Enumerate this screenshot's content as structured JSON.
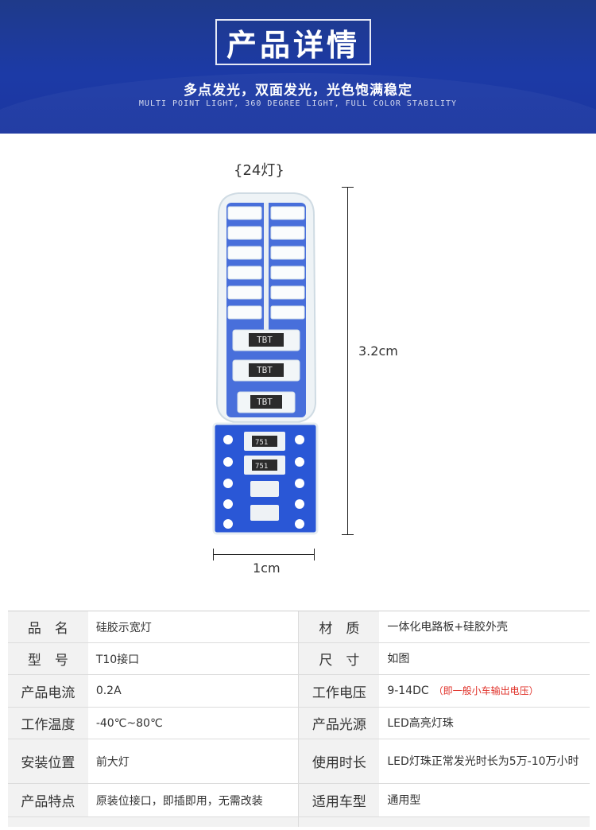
{
  "banner": {
    "title": "产品详情",
    "subtitle_cn": "多点发光，双面发光，光色饱满稳定",
    "subtitle_en": "MULTI POINT LIGHT, 360 DEGREE LIGHT, FULL COLOR STABILITY"
  },
  "product": {
    "variant_label": "{24灯}",
    "height_label": "3.2cm",
    "width_label": "1cm",
    "chip_labels": [
      "TBT",
      "TBT",
      "TBT",
      "751",
      "751"
    ]
  },
  "specs": [
    {
      "k1": "品　名",
      "v1": "硅胶示宽灯",
      "k2": "材　质",
      "v2": "一体化电路板+硅胶外壳"
    },
    {
      "k1": "型　号",
      "v1": "T10接口",
      "k2": "尺　寸",
      "v2": "如图"
    },
    {
      "k1": "产品电流",
      "v1": "0.2A",
      "k2": "工作电压",
      "v2": "9-14DC",
      "v2_note": "（即一般小车输出电压）"
    },
    {
      "k1": "工作温度",
      "v1": "-40℃~80℃",
      "k2": "产品光源",
      "v2": "LED高亮灯珠"
    },
    {
      "k1": "安装位置",
      "v1": "前大灯",
      "k2": "使用时长",
      "v2": "LED灯珠正常发光时长为5万-10万小时"
    },
    {
      "k1": "产品特点",
      "v1": "原装位接口，即插即用，无需改装",
      "k2": "适用车型",
      "v2": "通用型"
    }
  ],
  "colors": {
    "banner_blue": "#1c3aa6",
    "note_red": "#e0322a",
    "pcb_blue": "#2a57d6"
  }
}
